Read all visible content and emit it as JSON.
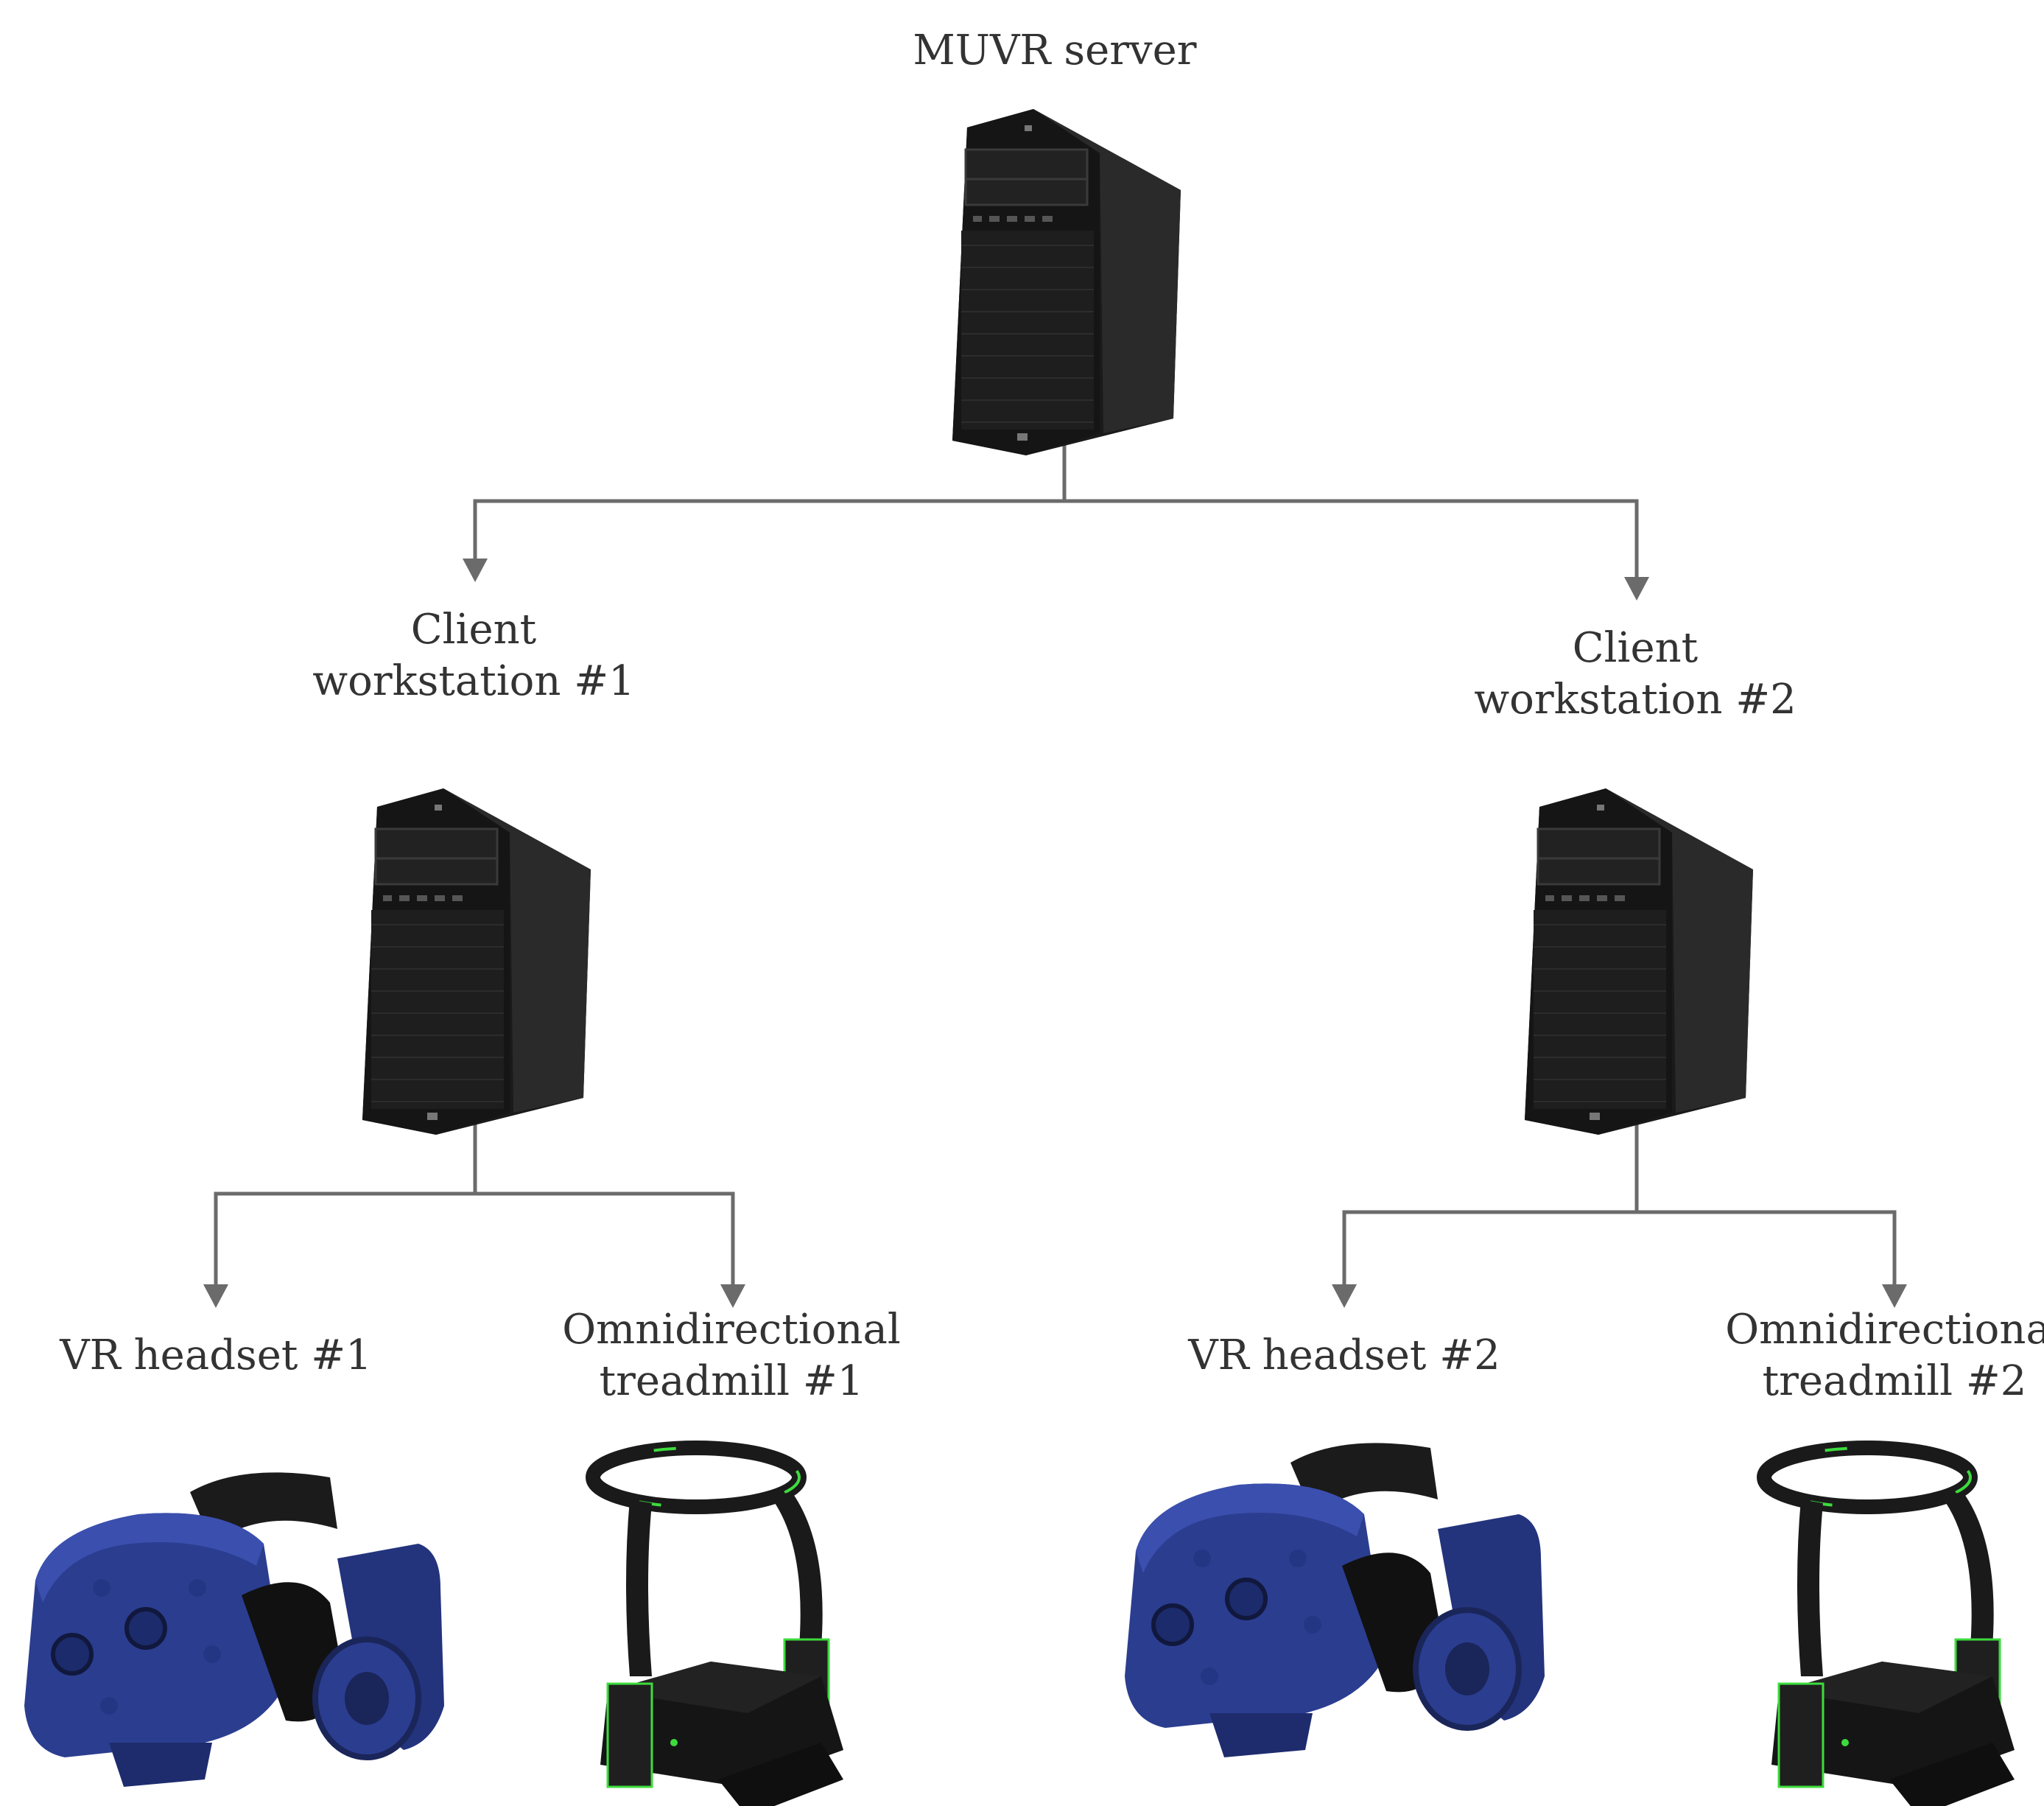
{
  "nodes": {
    "server": {
      "lines": [
        "MUVR server"
      ],
      "icon": "tower-pc-icon"
    },
    "client1": {
      "lines": [
        "Client",
        "workstation #1"
      ],
      "icon": "tower-pc-icon"
    },
    "client2": {
      "lines": [
        "Client",
        "workstation #2"
      ],
      "icon": "tower-pc-icon"
    },
    "headset1": {
      "lines": [
        "VR headset #1"
      ],
      "icon": "vr-headset-icon"
    },
    "treadmill1": {
      "lines": [
        "Omnidirectional",
        "treadmill #1"
      ],
      "icon": "omnidirectional-treadmill-icon"
    },
    "headset2": {
      "lines": [
        "VR headset #2"
      ],
      "icon": "vr-headset-icon"
    },
    "treadmill2": {
      "lines": [
        "Omnidirectional",
        "treadmill #2"
      ],
      "icon": "omnidirectional-treadmill-icon"
    }
  },
  "edges": [
    {
      "from": "server",
      "to": "client1"
    },
    {
      "from": "server",
      "to": "client2"
    },
    {
      "from": "client1",
      "to": "headset1"
    },
    {
      "from": "client1",
      "to": "treadmill1"
    },
    {
      "from": "client2",
      "to": "headset2"
    },
    {
      "from": "client2",
      "to": "treadmill2"
    }
  ],
  "colors": {
    "connector": "#6b6b6b",
    "pc_body": "#1c1c1c",
    "headset": "#2b3d8f",
    "treadmill_accent": "#3ddc3d"
  }
}
